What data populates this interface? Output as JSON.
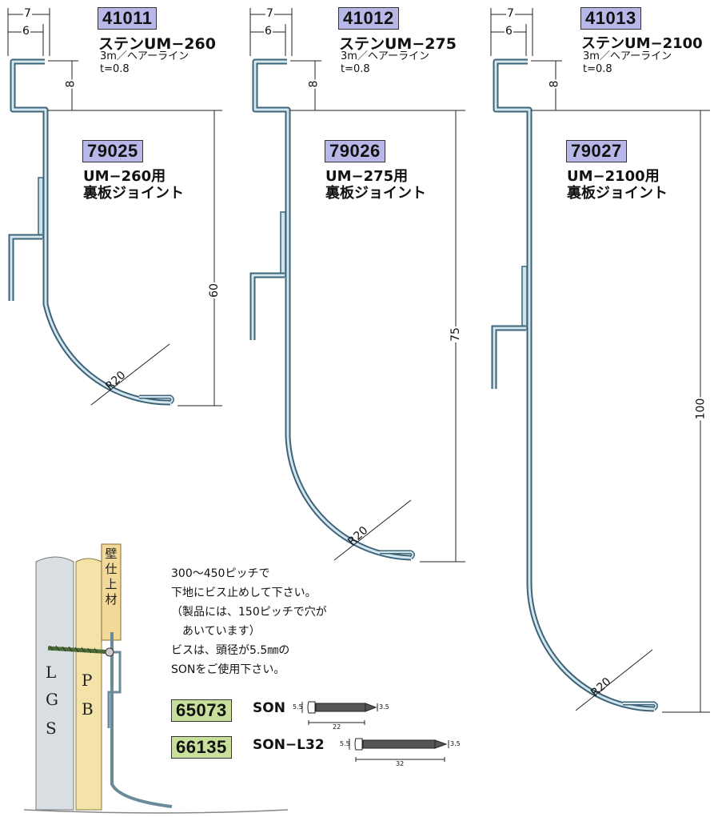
{
  "products": [
    {
      "code": "41011",
      "name": "ステンUM−260",
      "spec1": "3m／ヘアーライン",
      "spec2": "t=0.8"
    },
    {
      "code": "41012",
      "name": "ステンUM−275",
      "spec1": "3m／ヘアーライン",
      "spec2": "t=0.8"
    },
    {
      "code": "41013",
      "name": "ステンUM−2100",
      "spec1": "3m／ヘアーライン",
      "spec2": "t=0.8"
    }
  ],
  "joints": [
    {
      "code": "79025",
      "line1": "UM−260用",
      "line2": "裏板ジョイント"
    },
    {
      "code": "79026",
      "line1": "UM−275用",
      "line2": "裏板ジョイント"
    },
    {
      "code": "79027",
      "line1": "UM−2100用",
      "line2": "裏板ジョイント"
    }
  ],
  "dimensions": {
    "top_outer": "7",
    "top_inner": "6",
    "lip": "8",
    "heights": [
      "60",
      "75",
      "100"
    ],
    "radius": "R20"
  },
  "note": [
    "300〜450ピッチで",
    "下地にビス止めして下さい。",
    "（製品には、150ピッチで穴が",
    "　あいています）",
    "ビスは、頭径が5.5㎜の",
    "SONをご使用下さい。"
  ],
  "screws": [
    {
      "code": "65073",
      "name": "SON",
      "head": "5.5",
      "dia": "3.5",
      "length": "22"
    },
    {
      "code": "66135",
      "name": "SON−L32",
      "head": "5.5",
      "dia": "3.5",
      "length": "32"
    }
  ],
  "wall_labels": {
    "lgs": [
      "L",
      "G",
      "S"
    ],
    "pb": [
      "P",
      "B"
    ],
    "finish": [
      "壁",
      "仕",
      "上",
      "材"
    ]
  },
  "colors": {
    "badge_blue": "#b8b8e8",
    "badge_green": "#c9df9c",
    "steel": "#5a7f96",
    "steel_light": "#cfe3ec"
  }
}
